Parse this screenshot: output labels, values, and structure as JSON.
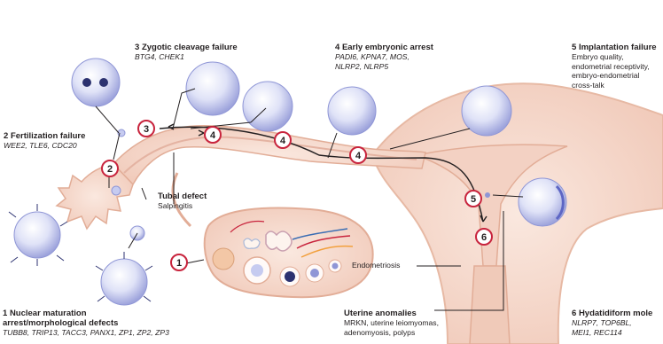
{
  "figure": {
    "steps": [
      {
        "number": "1",
        "title": "Nuclear maturation arrest/morphological defects",
        "title_line1": "Nuclear maturation",
        "title_line2": "arrest/morphological defects",
        "genes": "TUBB8, TRIP13, TACC3, PANX1, ZP1, ZP2, ZP3"
      },
      {
        "number": "2",
        "title": "Fertilization failure",
        "genes": "WEE2, TLE6, CDC20"
      },
      {
        "number": "3",
        "title": "Zygotic cleavage failure",
        "genes": "BTG4, CHEK1"
      },
      {
        "number": "4",
        "title": "Early embryonic arrest",
        "genes_line1": "PADI6, KPNA7, MOS,",
        "genes_line2": "NLRP2, NLRP5"
      },
      {
        "number": "5",
        "title": "Implantation failure",
        "desc_line1": "Embryo quality,",
        "desc_line2": "endometrial receptivity,",
        "desc_line3": "embryo-endometrial",
        "desc_line4": "cross-talk"
      },
      {
        "number": "6",
        "title": "Hydatidiform mole",
        "genes_line1": "NLRP7, TOP6BL,",
        "genes_line2": "MEI1, REC114"
      }
    ],
    "tubal_defect": {
      "title": "Tubal defect",
      "detail": "Salpingitis"
    },
    "endometriosis": "Endometriosis",
    "uterine_anomalies": {
      "title": "Uterine anomalies",
      "line1": "MRKN, uterine leiomyomas,",
      "line2": "adenomyosis, polyps"
    },
    "colors": {
      "tissue": "#f6ddd0",
      "tissue_outline": "#e7b9a4",
      "cell": "#dcdff6",
      "cell_dark": "#8f96d6",
      "nucleus": "#2c3270",
      "marker": "#c8243d",
      "text": "#231f20"
    }
  }
}
